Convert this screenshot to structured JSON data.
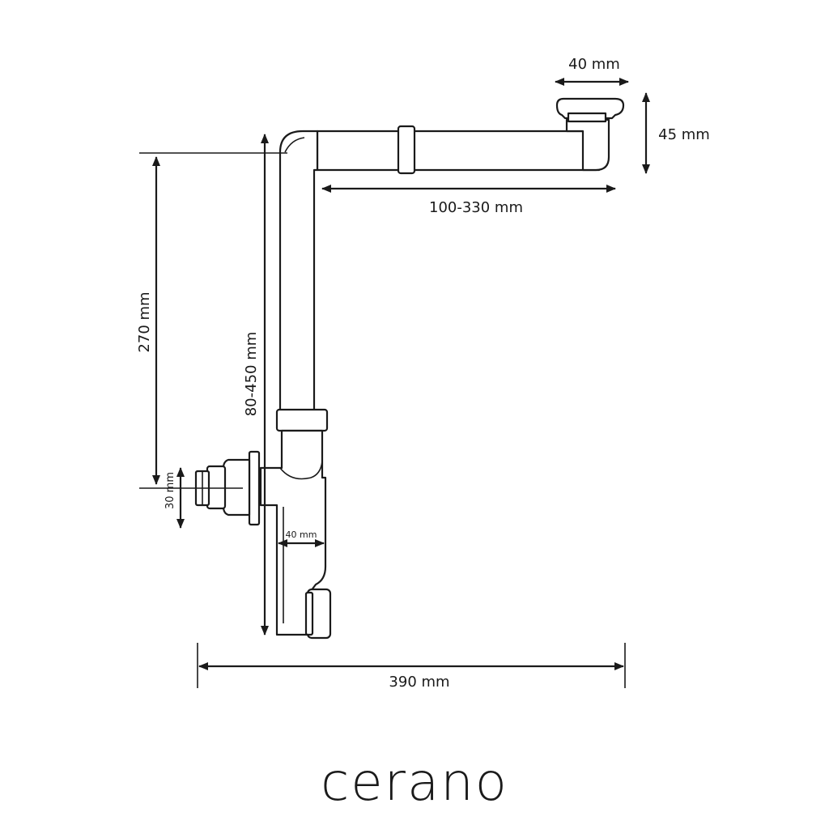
{
  "dimensions": {
    "top_width": "40 mm",
    "top_height": "45 mm",
    "horizontal_reach": "100-330 mm",
    "drop_height": "270 mm",
    "vertical_range": "80-450 mm",
    "outlet": "30 mm",
    "trap_width": "40 mm",
    "overall_width": "390 mm"
  },
  "brand": {
    "name": "cerano"
  }
}
